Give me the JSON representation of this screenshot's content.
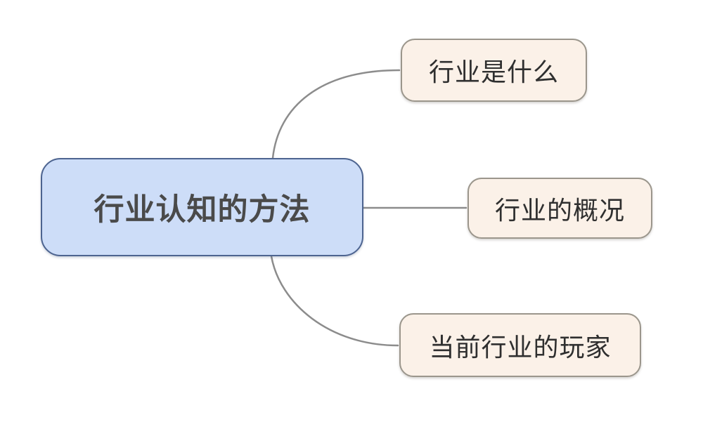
{
  "theme": {
    "canvas_background": "#ffffff",
    "root_fill": "#cdddf8",
    "root_border": "#4d6490",
    "root_text": "#4a4a4a",
    "child_fill": "#fbf1e8",
    "child_border": "#9b968c",
    "child_text": "#2f2f2f",
    "connector": "#8c8c8c"
  },
  "mindmap": {
    "root": {
      "label": "行业认知的方法"
    },
    "children": [
      {
        "label": "行业是什么"
      },
      {
        "label": "行业的概况"
      },
      {
        "label": "当前行业的玩家"
      }
    ]
  }
}
